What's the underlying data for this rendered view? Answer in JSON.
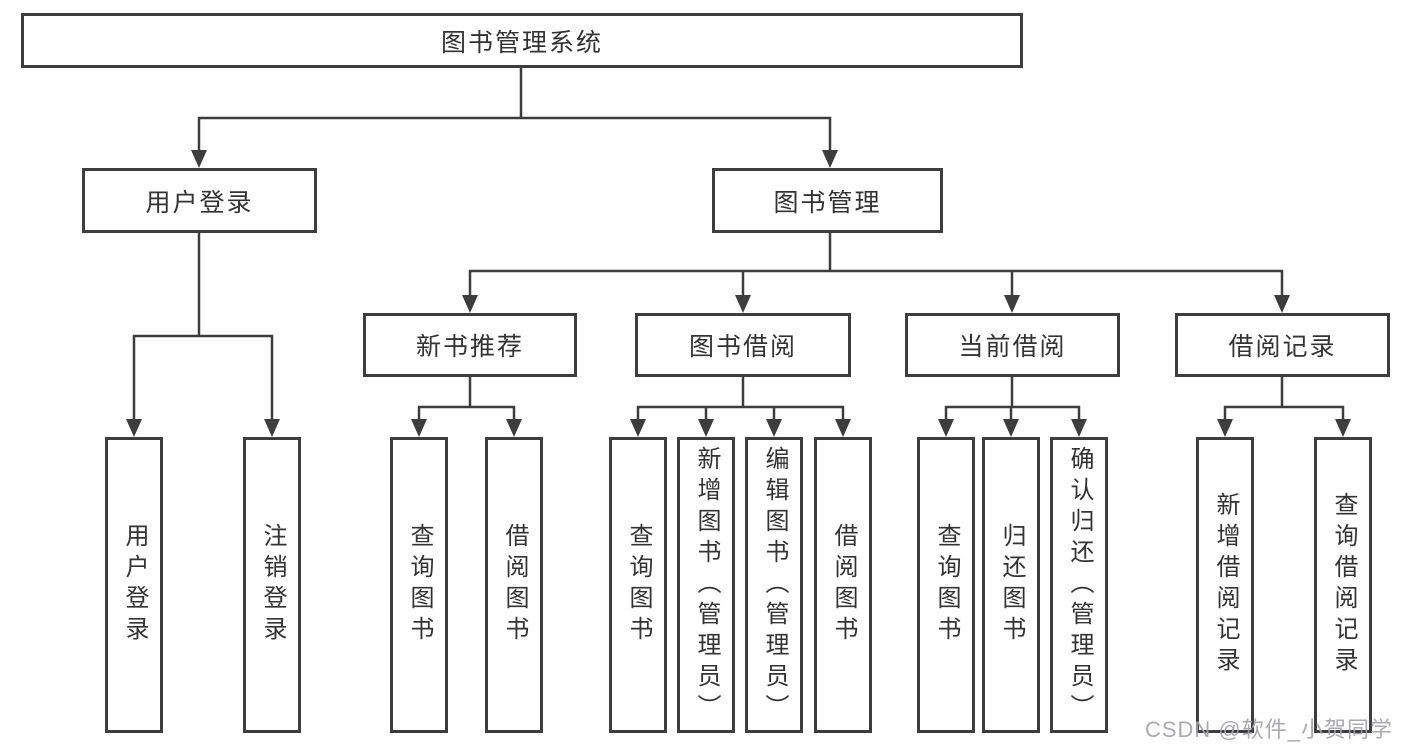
{
  "diagram": {
    "type": "hierarchy-tree",
    "tree": {
      "label": "图书管理系统",
      "children": [
        {
          "label": "用户登录",
          "children": [
            {
              "label": "用户登录"
            },
            {
              "label": "注销登录"
            }
          ]
        },
        {
          "label": "图书管理",
          "children": [
            {
              "label": "新书推荐",
              "children": [
                {
                  "label": "查询图书"
                },
                {
                  "label": "借阅图书"
                }
              ]
            },
            {
              "label": "图书借阅",
              "children": [
                {
                  "label": "查询图书"
                },
                {
                  "label": "新增图书（管理员）"
                },
                {
                  "label": "编辑图书（管理员）"
                },
                {
                  "label": "借阅图书"
                }
              ]
            },
            {
              "label": "当前借阅",
              "children": [
                {
                  "label": "查询图书"
                },
                {
                  "label": "归还图书"
                },
                {
                  "label": "确认归还（管理员）"
                }
              ]
            },
            {
              "label": "借阅记录",
              "children": [
                {
                  "label": "新增借阅记录"
                },
                {
                  "label": "查询借阅记录"
                }
              ]
            }
          ]
        }
      ]
    },
    "watermark": {
      "text": "CSDN @软件_小贺同学"
    },
    "colors": {
      "line": "#3d3d3d",
      "text": "#333333",
      "watermark": "#a2a2a8",
      "background": "#ffffff"
    }
  }
}
